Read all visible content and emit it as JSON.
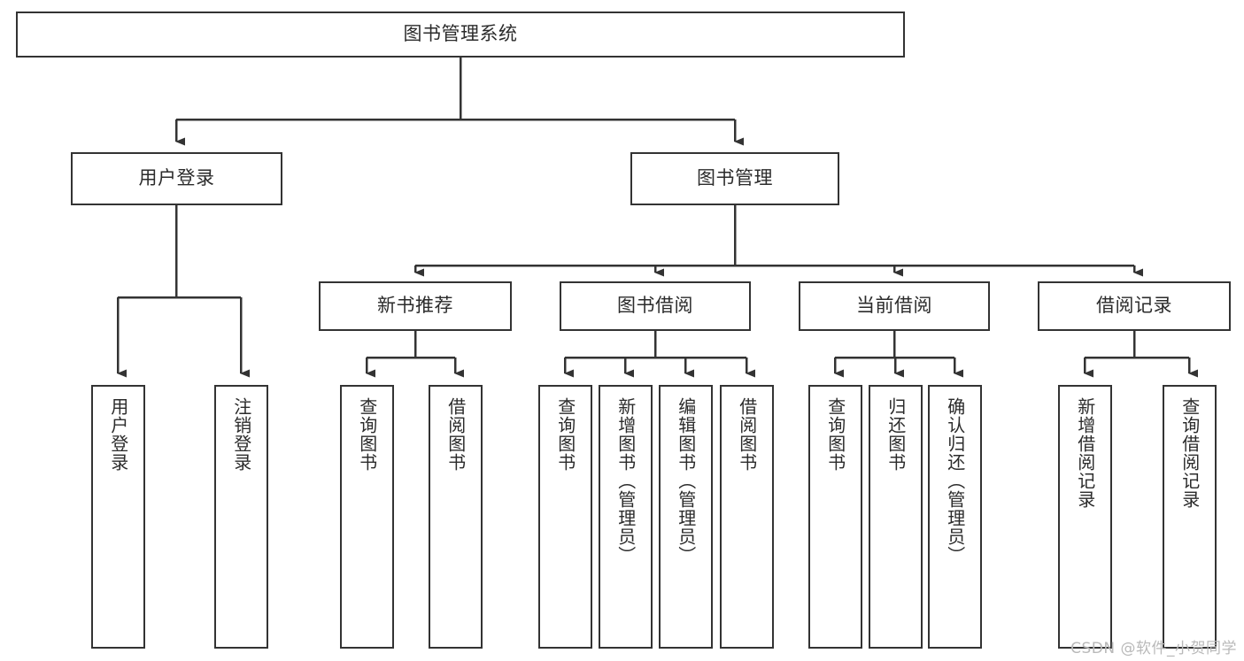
{
  "diagram": {
    "title": "图书管理系统",
    "type": "tree-hierarchy-diagram",
    "watermark": "CSDN @软件_小贺同学",
    "colors": {
      "box_border": "#333333",
      "box_fill": "#ffffff",
      "connector": "#333333",
      "text": "#2b2b2b",
      "watermark": "#b9b9b9",
      "background": "#ffffff"
    },
    "root": {
      "id": "root",
      "label": "图书管理系统",
      "orientation": "horizontal"
    },
    "level2": [
      {
        "id": "user-login",
        "label": "用户登录",
        "orientation": "horizontal"
      },
      {
        "id": "book-management",
        "label": "图书管理",
        "orientation": "horizontal"
      }
    ],
    "level3": [
      {
        "id": "new-book-recommend",
        "label": "新书推荐",
        "orientation": "horizontal"
      },
      {
        "id": "book-borrow",
        "label": "图书借阅",
        "orientation": "horizontal"
      },
      {
        "id": "current-borrow",
        "label": "当前借阅",
        "orientation": "horizontal"
      },
      {
        "id": "borrow-record",
        "label": "借阅记录",
        "orientation": "horizontal"
      }
    ],
    "leaves": [
      {
        "id": "leaf-user-login",
        "label": "用户登录",
        "parent": "user-login",
        "orientation": "vertical"
      },
      {
        "id": "leaf-user-logout",
        "label": "注销登录",
        "parent": "user-login",
        "orientation": "vertical"
      },
      {
        "id": "leaf-query-book-1",
        "label": "查询图书",
        "parent": "new-book-recommend",
        "orientation": "vertical"
      },
      {
        "id": "leaf-borrow-book-1",
        "label": "借阅图书",
        "parent": "new-book-recommend",
        "orientation": "vertical"
      },
      {
        "id": "leaf-query-book-2",
        "label": "查询图书",
        "parent": "book-borrow",
        "orientation": "vertical"
      },
      {
        "id": "leaf-add-book",
        "label": "新增图书（管理员）",
        "parent": "book-borrow",
        "orientation": "vertical"
      },
      {
        "id": "leaf-edit-book",
        "label": "编辑图书（管理员）",
        "parent": "book-borrow",
        "orientation": "vertical"
      },
      {
        "id": "leaf-borrow-book-2",
        "label": "借阅图书",
        "parent": "book-borrow",
        "orientation": "vertical"
      },
      {
        "id": "leaf-query-book-3",
        "label": "查询图书",
        "parent": "current-borrow",
        "orientation": "vertical"
      },
      {
        "id": "leaf-return-book",
        "label": "归还图书",
        "parent": "current-borrow",
        "orientation": "vertical"
      },
      {
        "id": "leaf-confirm-return",
        "label": "确认归还（管理员）",
        "parent": "current-borrow",
        "orientation": "vertical"
      },
      {
        "id": "leaf-add-borrow-record",
        "label": "新增借阅记录",
        "parent": "borrow-record",
        "orientation": "vertical"
      },
      {
        "id": "leaf-query-borrow-record",
        "label": "查询借阅记录",
        "parent": "borrow-record",
        "orientation": "vertical"
      }
    ]
  }
}
